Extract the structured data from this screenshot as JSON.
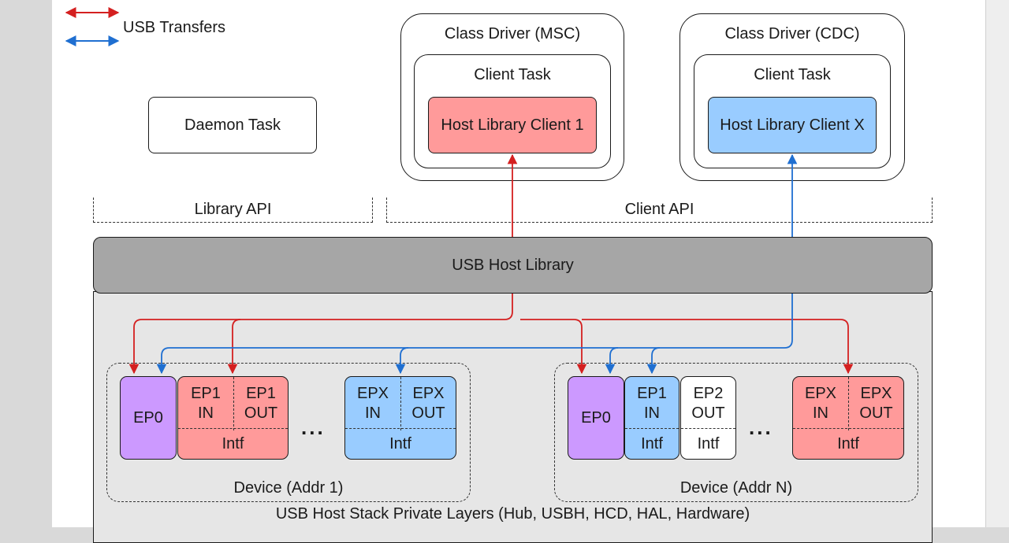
{
  "legend": {
    "label": "USB Transfers"
  },
  "daemon_task": "Daemon Task",
  "class_driver_msc": {
    "title": "Class Driver (MSC)",
    "client_task": "Client Task",
    "client": "Host Library Client 1"
  },
  "class_driver_cdc": {
    "title": "Class Driver (CDC)",
    "client_task": "Client Task",
    "client": "Host Library Client X"
  },
  "library_api": "Library API",
  "client_api": "Client API",
  "usb_host_library": "USB Host Library",
  "private_layers": "USB Host Stack Private Layers (Hub, USBH, HCD, HAL, Hardware)",
  "device1": {
    "label": "Device (Addr 1)",
    "ep0": "EP0",
    "ep1_in": "EP1\nIN",
    "ep1_out": "EP1\nOUT",
    "ep1_intf": "Intf",
    "epx_in": "EPX\nIN",
    "epx_out": "EPX\nOUT",
    "epx_intf": "Intf",
    "dots": "..."
  },
  "deviceN": {
    "label": "Device (Addr N)",
    "ep0": "EP0",
    "ep1_in": "EP1\nIN",
    "ep1_intf": "Intf",
    "ep2_out": "EP2\nOUT",
    "ep2_intf": "Intf",
    "epx_in": "EPX\nIN",
    "epx_out": "EPX\nOUT",
    "epx_intf": "Intf",
    "dots": "..."
  },
  "colors": {
    "red_arrow": "#d42020",
    "blue_arrow": "#1f6fd1",
    "red_fill": "#ff9a9a",
    "blue_fill": "#99ccff",
    "purple_fill": "#cc99ff"
  }
}
